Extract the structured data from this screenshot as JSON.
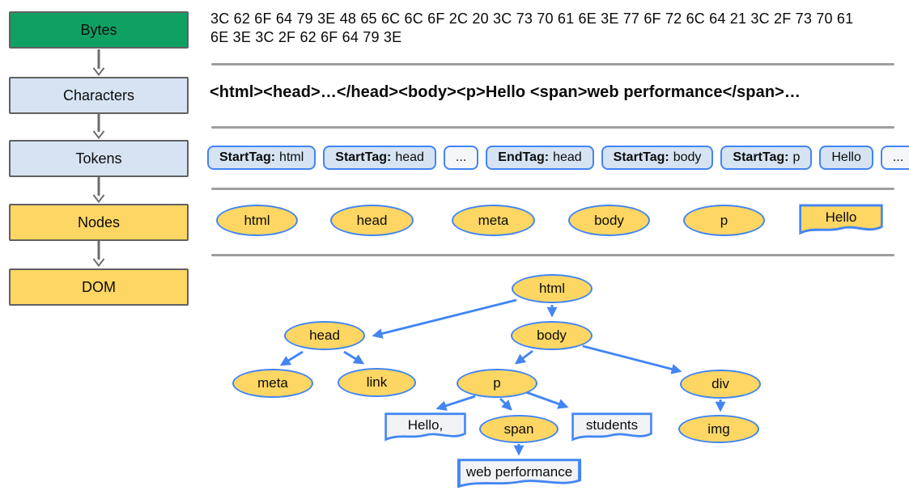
{
  "pipeline": {
    "stages": [
      {
        "label": "Bytes"
      },
      {
        "label": "Characters"
      },
      {
        "label": "Tokens"
      },
      {
        "label": "Nodes"
      },
      {
        "label": "DOM"
      }
    ]
  },
  "bytes": {
    "text": "3C 62 6F 64 79 3E 48 65 6C 6C 6F 2C 20 3C 73 70 61 6E 3E 77 6F 72 6C 64 21 3C 2F 73 70 61\n6E 3E 3C 2F 62 6F 64 79 3E"
  },
  "characters": {
    "text": "<html><head>…</head><body><p>Hello <span>web performance</span>…"
  },
  "tokens": {
    "items": [
      {
        "type": "StartTag:",
        "value": "html"
      },
      {
        "type": "StartTag:",
        "value": "head"
      },
      {
        "type": "",
        "value": "..."
      },
      {
        "type": "EndTag:",
        "value": "head"
      },
      {
        "type": "StartTag:",
        "value": "body"
      },
      {
        "type": "StartTag:",
        "value": "p"
      },
      {
        "type": "",
        "value": "Hello"
      },
      {
        "type": "",
        "value": "..."
      }
    ]
  },
  "nodes_row": {
    "items": [
      "html",
      "head",
      "meta",
      "body",
      "p"
    ],
    "flag_label": "Hello"
  },
  "dom_tree": {
    "html": "html",
    "head": "head",
    "body": "body",
    "meta": "meta",
    "link": "link",
    "p": "p",
    "div": "div",
    "span": "span",
    "img": "img",
    "hello": "Hello,",
    "students": "students",
    "webperf": "web performance"
  },
  "colors": {
    "stage_green": "#0fa164",
    "stage_blue": "#d6e3f3",
    "stage_yellow": "#fdd663",
    "node_border_blue": "#4285f4",
    "flag_light_fill": "#f1f3f4",
    "separator_gray": "#9e9e9e",
    "stage_border_gray": "#616161",
    "connector_gray": "#6d6d6d"
  }
}
